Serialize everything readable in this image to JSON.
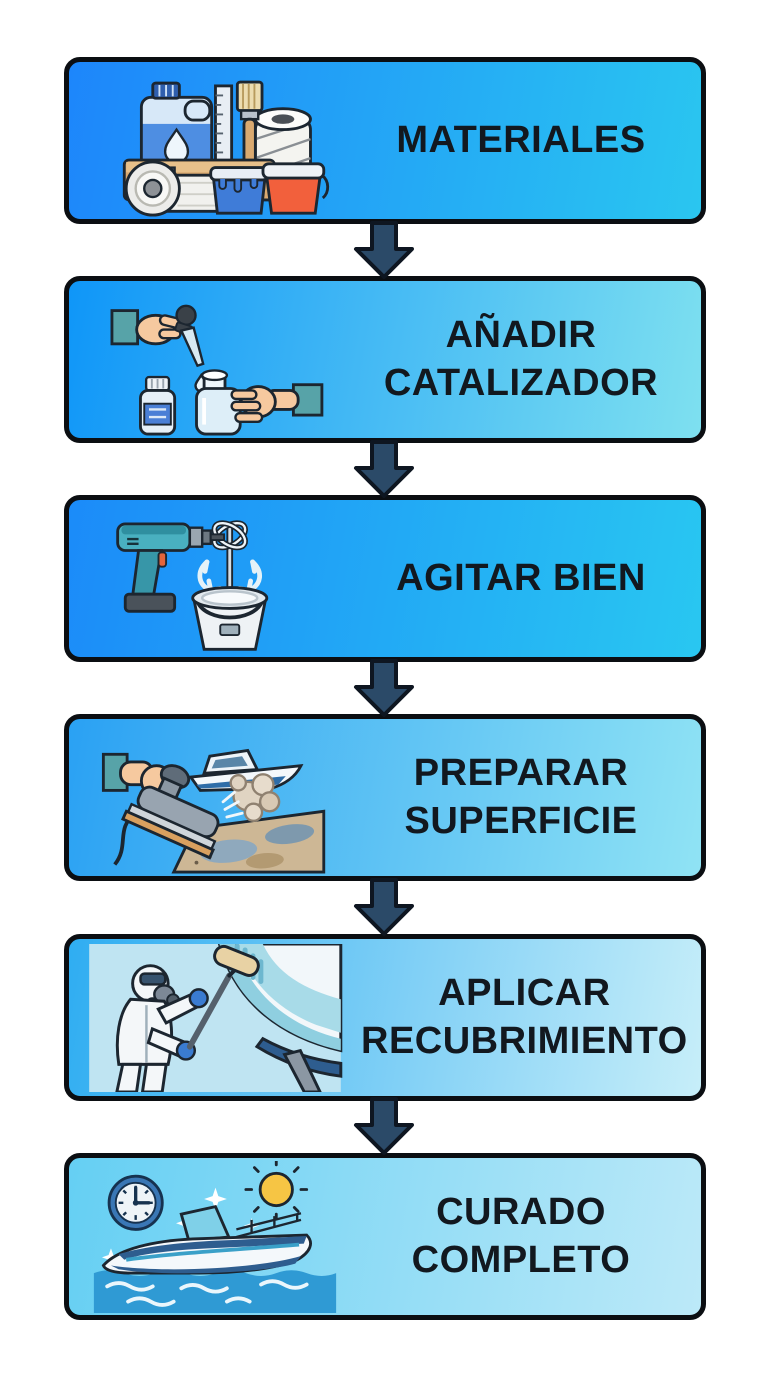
{
  "infographic": {
    "language": "es",
    "background": "#ffffff",
    "steps": [
      {
        "id": "materiales",
        "label": "MATERIALES",
        "icon": "materials-icon",
        "gradient": [
          "#1d86fb",
          "#2ac6f0"
        ]
      },
      {
        "id": "anadir-catalizador",
        "label": "AÑADIR\nCATALIZADOR",
        "icon": "add-catalyst-icon",
        "gradient": [
          "#0f96f8",
          "#7ee0f0"
        ]
      },
      {
        "id": "agitar-bien",
        "label": "AGITAR BIEN",
        "icon": "drill-mixer-icon",
        "gradient": [
          "#1b8bf9",
          "#29c7f1"
        ]
      },
      {
        "id": "preparar-superficie",
        "label": "PREPARAR\nSUPERFICIE",
        "icon": "sander-icon",
        "gradient": [
          "#2aa1f3",
          "#90e3f4"
        ]
      },
      {
        "id": "aplicar-recubrimiento",
        "label": "APLICAR\nRECUBRIMIENTO",
        "icon": "roller-painter-icon",
        "gradient": [
          "#2fadf2",
          "#c7eef9"
        ]
      },
      {
        "id": "curado-completo",
        "label": "CURADO\nCOMPLETO",
        "icon": "cured-boat-icon",
        "gradient": [
          "#65cff3",
          "#bce9f8"
        ]
      }
    ],
    "connector": {
      "shape": "down-arrow",
      "fill": "#2b4a68",
      "outline": "#0e1621",
      "count": 5
    },
    "style": {
      "box_border": "#0b0e12",
      "text_color": "#12181f"
    }
  }
}
